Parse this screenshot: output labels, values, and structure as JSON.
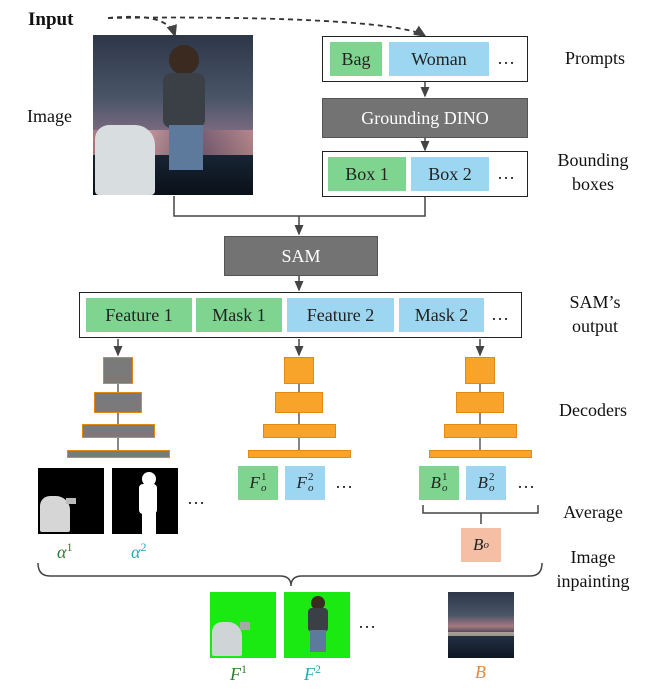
{
  "input_label": "Input",
  "image_label": "Image",
  "prompts": {
    "items": [
      "Bag",
      "Woman"
    ],
    "ellipsis": "…",
    "label": "Prompts"
  },
  "grounding_dino": "Grounding DINO",
  "boxes": {
    "items": [
      "Box 1",
      "Box 2"
    ],
    "ellipsis": "…",
    "label_line1": "Bounding",
    "label_line2": "boxes"
  },
  "sam": "SAM",
  "sam_output": {
    "items": [
      "Feature 1",
      "Mask 1",
      "Feature 2",
      "Mask 2"
    ],
    "ellipsis": "…",
    "label_line1": "SAM’s",
    "label_line2": "output"
  },
  "decoders_label": "Decoders",
  "alpha": {
    "a1": "α",
    "s1": "1",
    "a2": "α",
    "s2": "2",
    "ellipsis": "…"
  },
  "fg": {
    "f1": "F",
    "f1_sub": "o",
    "f1_sup": "1",
    "f2": "F",
    "f2_sub": "o",
    "f2_sup": "2",
    "ellipsis": "…"
  },
  "bg": {
    "b1": "B",
    "b1_sub": "o",
    "b1_sup": "1",
    "b2": "B",
    "b2_sub": "o",
    "b2_sup": "2",
    "ellipsis": "…"
  },
  "average_label": "Average",
  "bo": {
    "b": "B",
    "sub": "o"
  },
  "inpainting": {
    "line1": "Image",
    "line2": "inpainting"
  },
  "outputs": {
    "f1": "F",
    "f1_sup": "1",
    "f2": "F",
    "f2_sup": "2",
    "ellipsis": "…",
    "b": "B"
  },
  "colors": {
    "green_box": "#7fd58f",
    "blue_box": "#9dd6f0",
    "gray_box": "#737373",
    "orange_decoder": "#f8a42a",
    "peach_box": "#f4bfa5",
    "alpha1_text": "#2e7d32",
    "alpha2_text": "#2aa7b8",
    "B_text": "#e08a3c"
  }
}
